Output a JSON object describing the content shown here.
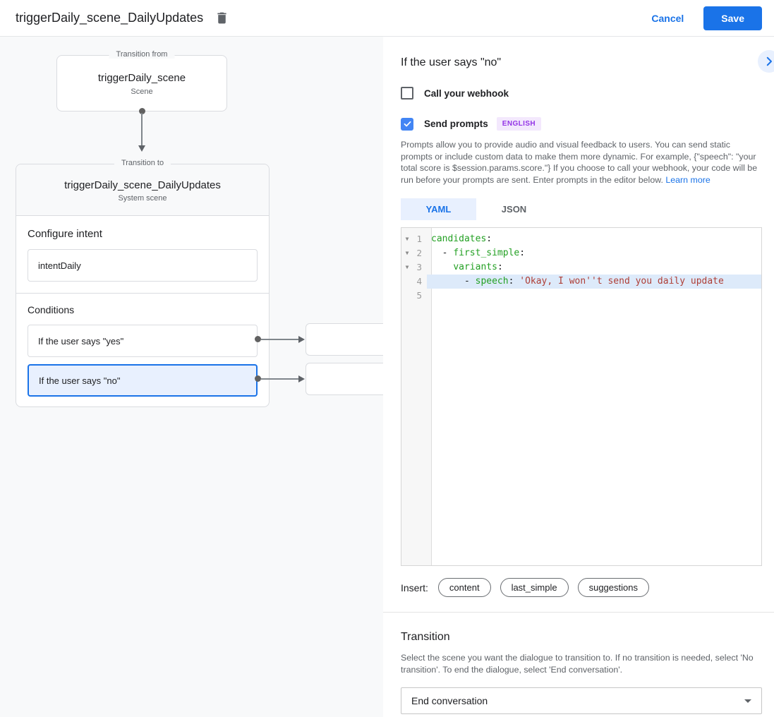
{
  "header": {
    "title": "triggerDaily_scene_DailyUpdates",
    "cancel_label": "Cancel",
    "save_label": "Save"
  },
  "flow": {
    "transition_from": {
      "legend": "Transition from",
      "title": "triggerDaily_scene",
      "subtitle": "Scene"
    },
    "transition_to": {
      "legend": "Transition to",
      "title": "triggerDaily_scene_DailyUpdates",
      "subtitle": "System scene"
    },
    "configure_intent": {
      "heading": "Configure intent",
      "intent_name": "intentDaily"
    },
    "conditions": {
      "heading": "Conditions",
      "items": [
        {
          "label": "If the user says \"yes\"",
          "selected": false
        },
        {
          "label": "If the user says \"no\"",
          "selected": true
        }
      ]
    }
  },
  "panel": {
    "title": "If the user says \"no\"",
    "webhook": {
      "label": "Call your webhook",
      "checked": false
    },
    "send_prompts": {
      "label": "Send prompts",
      "badge": "ENGLISH",
      "checked": true
    },
    "description": "Prompts allow you to provide audio and visual feedback to users. You can send static prompts or include custom data to make them more dynamic. For example, {\"speech\": \"your total score is $session.params.score.\"} If you choose to call your webhook, your code will be run before your prompts are sent. Enter prompts in the editor below. ",
    "learn_more": "Learn more",
    "tabs": [
      {
        "label": "YAML",
        "active": true
      },
      {
        "label": "JSON",
        "active": false
      }
    ],
    "editor": {
      "lines": [
        {
          "fold": true,
          "highlight": false,
          "tokens": [
            [
              "key",
              "candidates"
            ],
            [
              "plain",
              ":"
            ]
          ]
        },
        {
          "fold": true,
          "highlight": false,
          "tokens": [
            [
              "plain",
              "  - "
            ],
            [
              "key",
              "first_simple"
            ],
            [
              "plain",
              ":"
            ]
          ]
        },
        {
          "fold": true,
          "highlight": false,
          "tokens": [
            [
              "plain",
              "    "
            ],
            [
              "key",
              "variants"
            ],
            [
              "plain",
              ":"
            ]
          ]
        },
        {
          "fold": false,
          "highlight": true,
          "tokens": [
            [
              "plain",
              "      - "
            ],
            [
              "key",
              "speech"
            ],
            [
              "plain",
              ": "
            ],
            [
              "string",
              "'Okay, I won''t send you daily update"
            ]
          ]
        },
        {
          "fold": false,
          "highlight": false,
          "tokens": []
        }
      ]
    },
    "insert": {
      "label": "Insert:",
      "chips": [
        "content",
        "last_simple",
        "suggestions"
      ]
    },
    "transition": {
      "heading": "Transition",
      "description": "Select the scene you want the dialogue to transition to. If no transition is needed, select 'No transition'. To end the dialogue, select 'End conversation'.",
      "selected_value": "End conversation"
    }
  },
  "colors": {
    "accent_blue": "#1a73e8",
    "checkbox_blue": "#4285f4",
    "selected_condition_bg": "#e8f0fe",
    "selected_condition_border": "#1a73e8",
    "badge_bg": "#f3e8fd",
    "badge_text": "#9334e6",
    "code_key_green": "#23a023",
    "code_string_red": "#ae3e36",
    "active_line_bg": "#ddeafa",
    "canvas_bg": "#f8f9fa"
  }
}
